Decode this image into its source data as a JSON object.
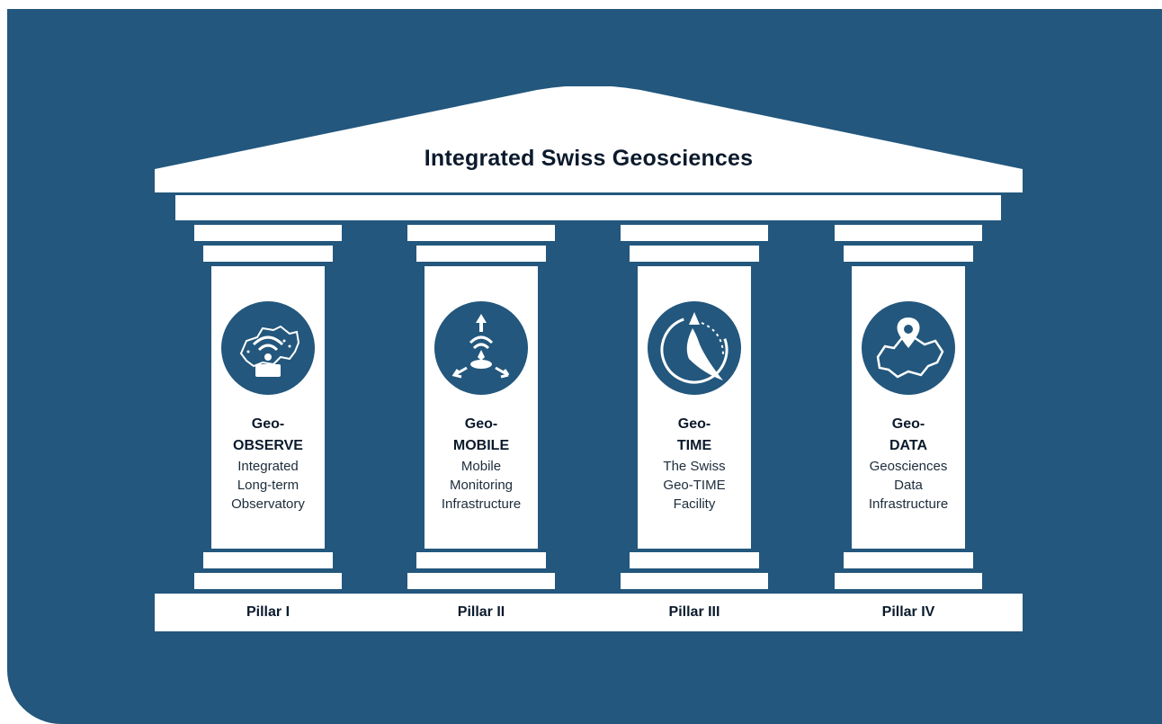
{
  "title": "Integrated Swiss Geosciences",
  "colors": {
    "background": "#23577d",
    "pillar": "#ffffff",
    "icon": "#23577d",
    "text": "#0b1a2c"
  },
  "pillars": [
    {
      "heading": "Geo-\nOBSERVE",
      "description": "Integrated\nLong-term\nObservatory",
      "label": "Pillar I",
      "icon": "switzerland-observatory-icon"
    },
    {
      "heading": "Geo-\nMOBILE",
      "description": "Mobile\nMonitoring\nInfrastructure",
      "label": "Pillar II",
      "icon": "mobile-sensor-icon"
    },
    {
      "heading": "Geo-\nTIME",
      "description": "The Swiss\nGeo-TIME\nFacility",
      "label": "Pillar III",
      "icon": "clock-compass-icon"
    },
    {
      "heading": "Geo-\nDATA",
      "description": "Geosciences\nData\nInfrastructure",
      "label": "Pillar IV",
      "icon": "map-pin-switzerland-icon"
    }
  ]
}
